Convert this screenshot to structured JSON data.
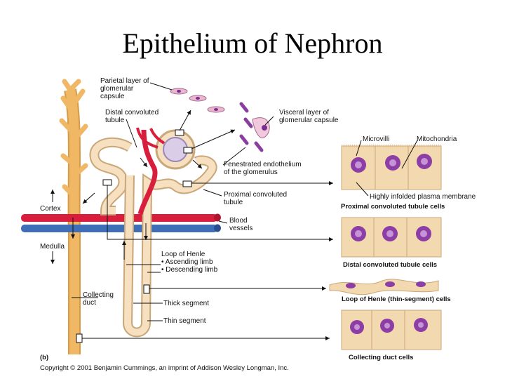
{
  "title": "Epithelium of Nephron",
  "labels": {
    "parietal": [
      "Parietal layer of",
      "glomerular",
      "capsule"
    ],
    "distal": [
      "Distal convoluted",
      "tubule"
    ],
    "visceral": [
      "Visceral layer of",
      "glomerular capsule"
    ],
    "fenestrated": [
      "Fenestrated endothelium",
      "of the glomerulus"
    ],
    "proximal": [
      "Proximal convoluted",
      "tubule"
    ],
    "blood_vessels": [
      "Blood",
      "vessels"
    ],
    "cortex": "Cortex",
    "medulla": "Medulla",
    "loop": [
      "Loop of Henle",
      "• Ascending limb",
      "• Descending limb"
    ],
    "collecting": [
      "Collecting",
      "duct"
    ],
    "thick": "Thick segment",
    "thin": "Thin segment",
    "panel": "(b)",
    "microvilli": "Microvilli",
    "mitochondria": "Mitochondria",
    "plasma": "Highly infolded plasma membrane"
  },
  "cell_captions": {
    "proximal": "Proximal convoluted tubule cells",
    "distal": "Distal convoluted tubule cells",
    "loop": "Loop of Henle (thin-segment) cells",
    "collecting": "Collecting duct cells"
  },
  "copyright": "Copyright © 2001 Benjamin Cummings, an imprint of Addison Wesley Longman, Inc.",
  "colors": {
    "tubule": "#f6e0c0",
    "tubule_edge": "#c9a779",
    "duct": "#f0b764",
    "artery": "#d81e3c",
    "vein": "#3e6eb8",
    "nucleus": "#7a2f8f",
    "cell_bg": "#f3d9b0"
  }
}
